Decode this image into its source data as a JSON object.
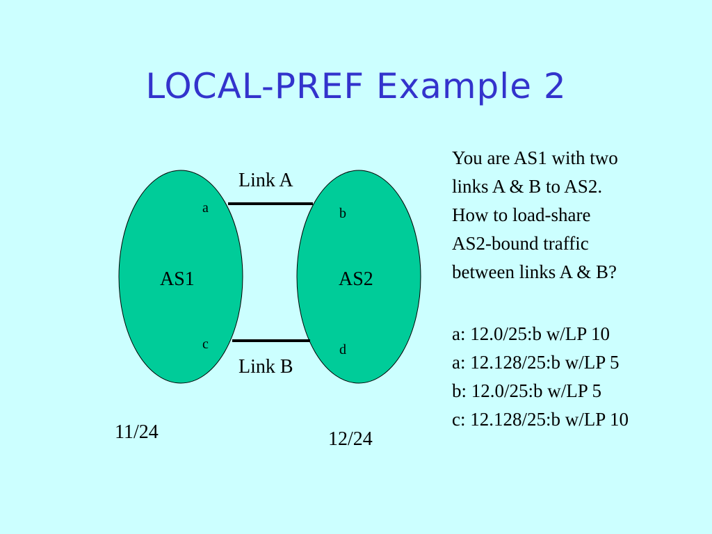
{
  "slide": {
    "title": "LOCAL-PREF Example 2"
  },
  "diagram": {
    "as1_label": "AS1",
    "as2_label": "AS2",
    "link_a_label": "Link A",
    "link_b_label": "Link B",
    "router_a": "a",
    "router_b": "b",
    "router_c": "c",
    "router_d": "d",
    "prefix_as1": "11/24",
    "prefix_as2": "12/24",
    "colors": {
      "ellipse_fill": "#00cc99",
      "line": "#000000",
      "background": "#ccffff",
      "title": "#3333cc"
    }
  },
  "description": {
    "lines": [
      "You are AS1 with two",
      "links A & B to AS2.",
      "How to load-share",
      "AS2-bound traffic",
      "between links A & B?"
    ]
  },
  "routes": {
    "lines": [
      "a: 12.0/25:b w/LP 10",
      "a: 12.128/25:b w/LP 5",
      "b: 12.0/25:b w/LP 5",
      "c: 12.128/25:b w/LP 10"
    ]
  }
}
